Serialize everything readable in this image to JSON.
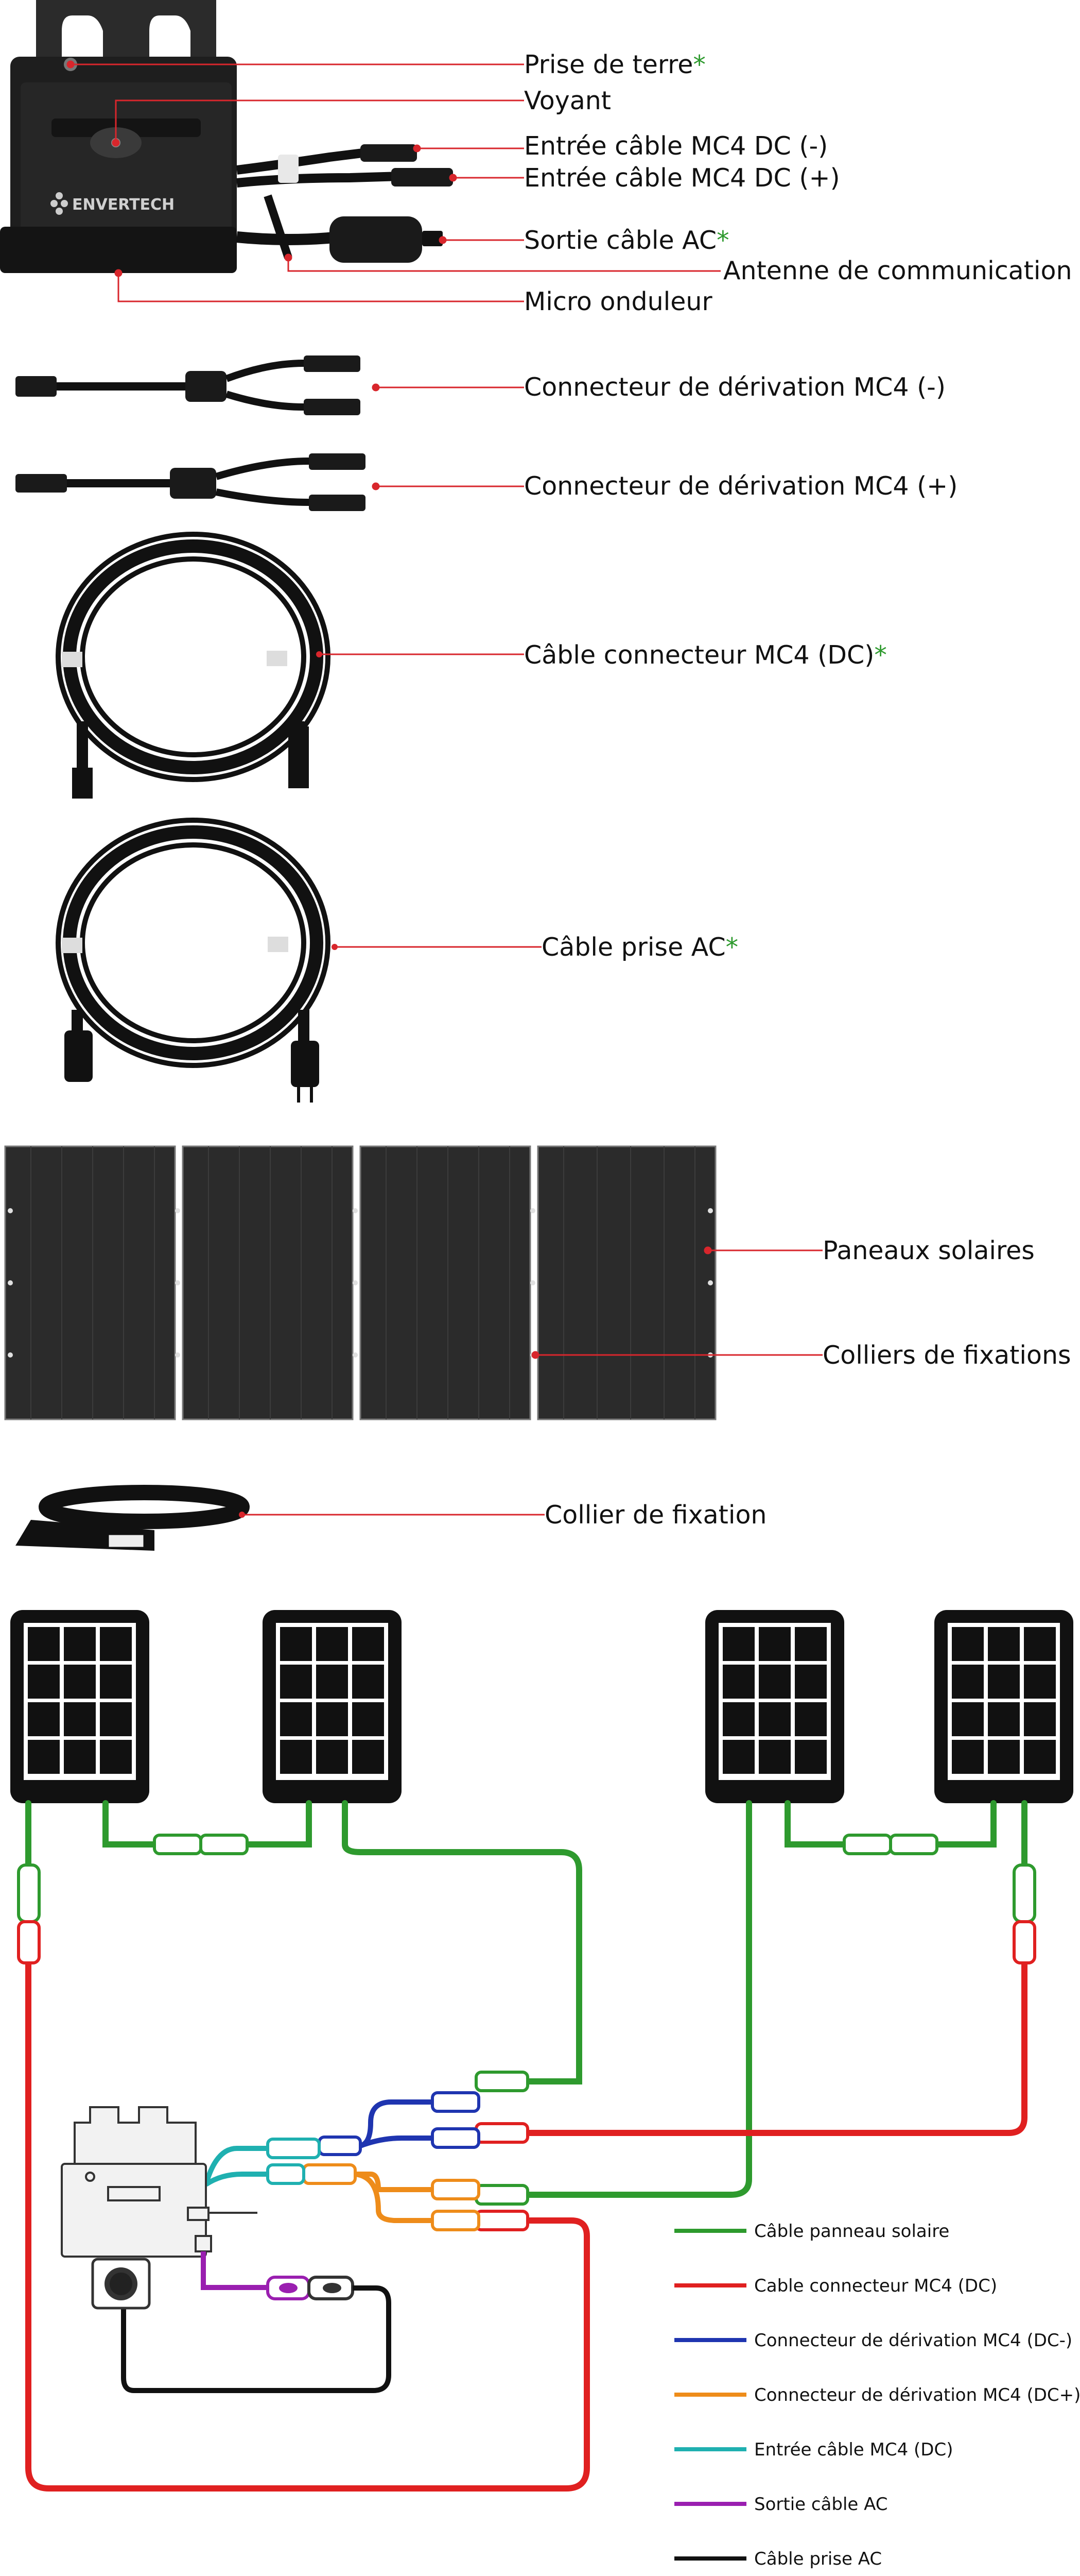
{
  "colors": {
    "leader": "#d8262c",
    "asterisk": "#2e9a2e",
    "cable_panel": "#2e9a2e",
    "cable_mc4_dc": "#e02020",
    "branch_dc_minus": "#1f35b0",
    "branch_dc_plus": "#ee8c1a",
    "input_mc4_dc": "#1fb0b0",
    "ac_output": "#9a1fb0",
    "ac_plug": "#111111"
  },
  "labels": {
    "ground": "Prise de terre",
    "led": "Voyant",
    "dc_in_minus": "Entrée câble MC4 DC (-)",
    "dc_in_plus": "Entrée câble MC4 DC (+)",
    "ac_out": "Sortie câble AC",
    "antenna": "Antenne de communication",
    "micro": "Micro onduleur",
    "branch_minus": "Connecteur de dérivation MC4 (-)",
    "branch_plus": "Connecteur de dérivation MC4 (+)",
    "dc_cable": "Câble connecteur MC4 (DC)",
    "ac_cable": "Câble prise AC",
    "panels": "Paneaux solaires",
    "clamps": "Colliers de fixations",
    "clamp": "Collier de fixation",
    "asterisk": "*",
    "brand": "ENVERTECH"
  },
  "legend": [
    {
      "label": "Câble panneau solaire",
      "color": "#2e9a2e"
    },
    {
      "label": "Cable connecteur MC4 (DC)",
      "color": "#e02020"
    },
    {
      "label": "Connecteur de dérivation MC4 (DC-)",
      "color": "#1f35b0"
    },
    {
      "label": "Connecteur de dérivation MC4 (DC+)",
      "color": "#ee8c1a"
    },
    {
      "label": "Entrée câble MC4 (DC)",
      "color": "#1fb0b0"
    },
    {
      "label": "Sortie câble AC",
      "color": "#9a1fb0"
    },
    {
      "label": "Câble prise AC",
      "color": "#111111"
    }
  ]
}
